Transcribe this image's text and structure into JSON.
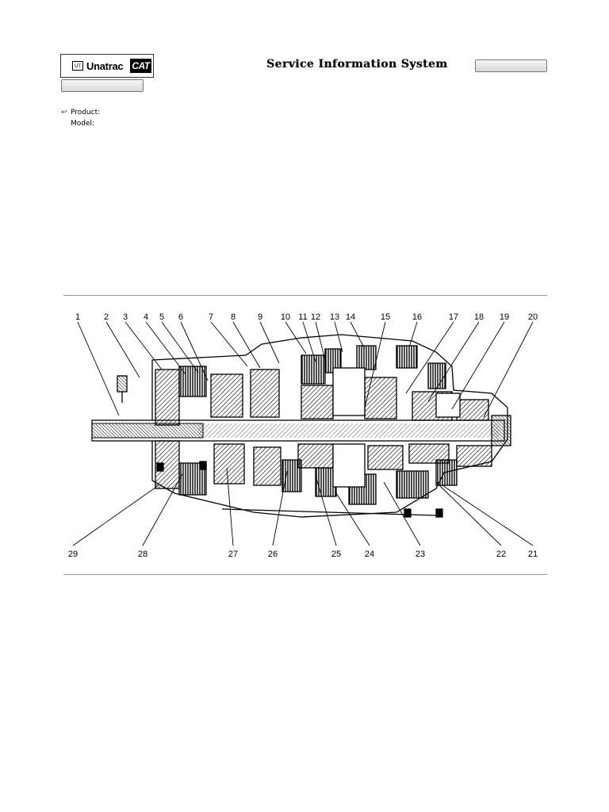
{
  "header": {
    "logo": {
      "brand_text": "Unatrac",
      "cat_text": "CAT",
      "emblem_text": "UT"
    },
    "title": "Service Information System",
    "top_right_button_label": "",
    "left_button_label": ""
  },
  "meta": {
    "product_label": "Product:",
    "model_label": "Model:"
  },
  "figure": {
    "callouts_top": [
      "1",
      "2",
      "3",
      "4",
      "5",
      "6",
      "7",
      "8",
      "9",
      "10",
      "11",
      "12",
      "13",
      "14",
      "15",
      "16",
      "17",
      "18",
      "19",
      "20"
    ],
    "callouts_bottom": [
      "29",
      "28",
      "27",
      "26",
      "25",
      "24",
      "23",
      "22",
      "21"
    ]
  }
}
